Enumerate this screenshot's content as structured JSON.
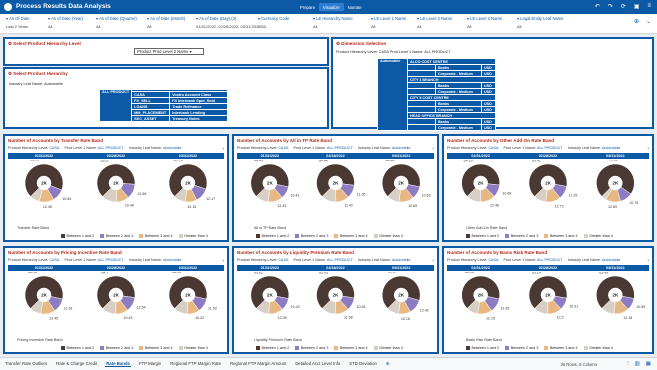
{
  "app": {
    "title": "Process Results Data Analysis",
    "tabs": [
      "Prepare",
      "Visualize",
      "Narrate"
    ],
    "active_tab": "Visualize",
    "top_icons": [
      "undo-icon",
      "redo-icon",
      "refresh-icon",
      "save-icon",
      "menu-icon"
    ]
  },
  "filters": [
    {
      "label": "As Of Date",
      "value": "Last 2 Years"
    },
    {
      "label": "As of Date (Year)",
      "value": "All"
    },
    {
      "label": "As of Date (Quarter)",
      "value": "All"
    },
    {
      "label": "As of Date (Month)",
      "value": "All"
    },
    {
      "label": "As of Date (Day) (3)",
      "value": "01/31/2022, 02/28/2022, 03/31/2022"
    },
    {
      "label": "Currency Code",
      "value": "USD"
    },
    {
      "label": "LE Hierarchy Name",
      "value": "All"
    },
    {
      "label": "LE Level 1 Name",
      "value": "All"
    },
    {
      "label": "LE Level 2 Name",
      "value": "All"
    },
    {
      "label": "LE Level 3 Name",
      "value": "All"
    },
    {
      "label": "Legal Entity Leaf Name",
      "value": "All"
    }
  ],
  "product_panel": {
    "title1": "Select Product Hierarchy Level",
    "select_value": "Product Prod Level 2 Name",
    "title2": "Select Product Hierarchy",
    "leaf_label": "Industry Leaf Name:",
    "leaf_value": "Automobile",
    "root": "ALL PRODUCT",
    "rows": [
      [
        "CASA",
        "Vostro Account Class"
      ],
      [
        "FX_SELL",
        "FX Interbank Spot_Sold"
      ],
      [
        "LOANS",
        "Trade Refinance"
      ],
      [
        "MM_PLACEMENT",
        "Interbank Lending"
      ],
      [
        "SEC_ASSET",
        "Treasury Notes"
      ]
    ]
  },
  "dimension_panel": {
    "title": "Dimension Selection",
    "meta": "Product Hierarchy Level: CASA   Prod Level 1 Name: ALL PRODUCT",
    "root": "Automobile",
    "groups": [
      {
        "name": "ALCO COST CENTRE",
        "rows": [
          [
            "Banks",
            "USD"
          ],
          [
            "Corporate - Medium",
            "USD"
          ]
        ]
      },
      {
        "name": "CITY 1 BRANCH",
        "rows": [
          [
            "Banks",
            "USD"
          ],
          [
            "Corporate - Medium",
            "USD"
          ]
        ]
      },
      {
        "name": "CITY 5 COST CENTRE",
        "rows": [
          [
            "Banks",
            "USD"
          ],
          [
            "Corporate - Medium",
            "USD"
          ]
        ]
      },
      {
        "name": "HEAD OFFICE BRANCH",
        "rows": [
          [
            "Banks",
            "USD"
          ],
          [
            "Corporate - Medium",
            "USD"
          ]
        ]
      }
    ]
  },
  "common": {
    "meta_prefix": "Product Hierarchy Level:",
    "meta_level": "CASA",
    "meta_prod": "Prod Level 1 Name:",
    "meta_prod_v": "ALL PRODUCT",
    "meta_ind": "Industry Leaf Name:",
    "meta_ind_v": "Automobile",
    "dates": [
      "01/31/2022",
      "02/28/2022",
      "03/31/2022"
    ],
    "legend": [
      "Between 1 and 2",
      "Between 2 and 3",
      "Between 3 and 4",
      "Greater than 4"
    ],
    "center_label": "2K"
  },
  "colors": {
    "brand": "#0c5aa5",
    "title_red": "#b3281e",
    "slices": [
      "#4a3833",
      "#8e7cc3",
      "#e7b882",
      "#d7cfc4"
    ]
  },
  "chart_data": [
    {
      "type": "pie",
      "title": "Number of Accounts by Transfer Rate Band",
      "caption": "Transfer Rate Band",
      "categories": [
        "Between 1 and 2",
        "Between 2 and 3",
        "Between 3 and 4",
        "Greater than 4"
      ],
      "pies": [
        {
          "date": "01/31/2022",
          "values": [
            68.51,
            10.54,
            12.45,
            8.5
          ],
          "labels": [
            "68.51",
            "10.54",
            "12.45",
            ""
          ]
        },
        {
          "date": "02/28/2022",
          "values": [
            63.6,
            12.66,
            10.49,
            13.25
          ],
          "labels": [
            "63.6",
            "12.66",
            "10.49",
            ""
          ]
        },
        {
          "date": "03/31/2022",
          "values": [
            67.75,
            12.17,
            10.15,
            9.93
          ],
          "labels": [
            "67.75",
            "12.17",
            "10.15",
            ""
          ]
        }
      ]
    },
    {
      "type": "pie",
      "title": "Number of Accounts by All in TP Rate Band",
      "caption": "All in TP Rate Band",
      "categories": [
        "Between 1 and 2",
        "Between 2 and 3",
        "Between 3 and 4",
        "Greater than 4"
      ],
      "pies": [
        {
          "date": "01/31/2022",
          "values": [
            65.81,
            10.41,
            12.43,
            11.35
          ],
          "labels": [
            "65.81",
            "10.41",
            "12.43",
            ""
          ]
        },
        {
          "date": "02/28/2022",
          "values": [
            64.44,
            11.35,
            11.42,
            12.79
          ],
          "labels": [
            "64.44",
            "11.35",
            "11.42",
            ""
          ]
        },
        {
          "date": "03/31/2022",
          "values": [
            65.86,
            10.63,
            12.69,
            10.82
          ],
          "labels": [
            "65.86",
            "10.63",
            "12.69",
            ""
          ]
        }
      ]
    },
    {
      "type": "pie",
      "title": "Number of Accounts by Other Add-On Rate Band",
      "caption": "Other Add-On Rate Band",
      "categories": [
        "Between 1 and 2",
        "Between 2 and 3",
        "Between 3 and 4",
        "Greater than 4"
      ],
      "pies": [
        {
          "date": "01/31/2022",
          "values": [
            64.19,
            10.68,
            12.46,
            12.67
          ],
          "labels": [
            "64.19",
            "10.68",
            "12.46",
            ""
          ]
        },
        {
          "date": "02/28/2022",
          "values": [
            65.41,
            11.25,
            12.73,
            10.61
          ],
          "labels": [
            "65.41",
            "11.25",
            "12.73",
            ""
          ]
        },
        {
          "date": "03/31/2022",
          "values": [
            72.31,
            10.75,
            12.69,
            4.25
          ],
          "labels": [
            "72.31",
            "10.75",
            "12.69",
            ""
          ]
        }
      ]
    },
    {
      "type": "pie",
      "title": "Number of Accounts by Pricing Incentive Rate Band",
      "caption": "Pricing Incentive Rate Band",
      "categories": [
        "Between 1 and 2",
        "Between 2 and 3",
        "Between 3 and 4",
        "Greater than 4"
      ],
      "pies": [
        {
          "date": "01/31/2022",
          "values": [
            65.95,
            11.91,
            12.45,
            9.69
          ],
          "labels": [
            "65.95",
            "11.91",
            "12.45",
            ""
          ]
        },
        {
          "date": "02/28/2022",
          "values": [
            64.7,
            12.54,
            10.43,
            12.33
          ],
          "labels": [
            "64.7",
            "12.54",
            "10.43",
            ""
          ]
        },
        {
          "date": "03/31/2022",
          "values": [
            66.03,
            11.53,
            10.22,
            12.22
          ],
          "labels": [
            "66.03",
            "11.53",
            "10.22",
            ""
          ]
        }
      ]
    },
    {
      "type": "pie",
      "title": "Number of Accounts by Liquidity Premium Rate Band",
      "caption": "Liquidity Premium Rate Band",
      "categories": [
        "Between 1 and 2",
        "Between 2 and 3",
        "Between 3 and 4",
        "Greater than 4"
      ],
      "pies": [
        {
          "date": "01/31/2022",
          "values": [
            65.61,
            10.43,
            12.39,
            11.57
          ],
          "labels": [
            "65.61",
            "10.43",
            "12.39",
            ""
          ]
        },
        {
          "date": "02/28/2022",
          "values": [
            65.05,
            10.94,
            11.58,
            12.43
          ],
          "labels": [
            "65.05",
            "10.94",
            "11.58",
            ""
          ]
        },
        {
          "date": "03/31/2022",
          "values": [
            67.2,
            12.42,
            10.16,
            10.22
          ],
          "labels": [
            "67.2",
            "12.42",
            "10.16",
            ""
          ]
        }
      ]
    },
    {
      "type": "pie",
      "title": "Number of Accounts by Basis Risk Rate Band",
      "caption": "Basis Risk Rate Band",
      "categories": [
        "Between 1 and 2",
        "Between 2 and 3",
        "Between 3 and 4",
        "Greater than 4"
      ],
      "pies": [
        {
          "date": "01/31/2022",
          "values": [
            65.93,
            11.95,
            12.15,
            9.97
          ],
          "labels": [
            "65.93",
            "11.95",
            "12.15",
            ""
          ]
        },
        {
          "date": "02/28/2022",
          "values": [
            65.19,
            10.31,
            12.2,
            12.3
          ],
          "labels": [
            "65.19",
            "10.31",
            "12.2",
            ""
          ]
        },
        {
          "date": "03/31/2022",
          "values": [
            65.49,
            10.55,
            12.18,
            11.78
          ],
          "labels": [
            "65.49",
            "10.55",
            "12.18",
            ""
          ]
        }
      ]
    }
  ],
  "bottom": {
    "tabs": [
      "Transfer Rate Outliers",
      "Rate & Charge Credit",
      "Rate Bands",
      "FTP Margin",
      "Regional FTP Margin Rate",
      "Regional FTP Margin Amount",
      "Detailed Acct Level Info",
      "STD Deviation"
    ],
    "active": "Rate Bands",
    "status": "36 Rows, 8 Column"
  }
}
